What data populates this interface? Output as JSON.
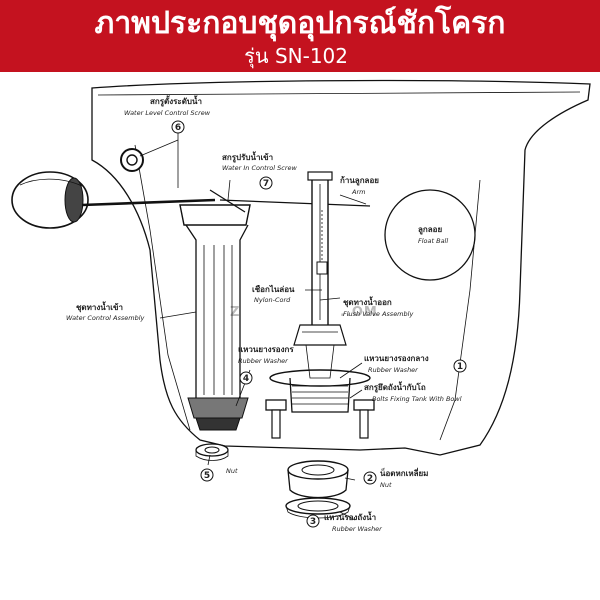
{
  "header": {
    "title": "ภาพประกอบชุดอุปกรณ์ชักโครก",
    "subtitle": "รุ่น SN-102",
    "bg_color": "#c4121f"
  },
  "watermark": "..OM",
  "labels": [
    {
      "num": "6",
      "th": "สกรูตั้งระดับน้ำ",
      "en": "Water Level Control Screw"
    },
    {
      "num": "7",
      "th": "สกรูปรับน้ำเข้า",
      "en": "Water In Control Screw"
    },
    {
      "num": "",
      "th": "ก้านลูกลอย",
      "en": "Arm"
    },
    {
      "num": "",
      "th": "ลูกลอย",
      "en": "Float Ball"
    },
    {
      "num": "",
      "th": "ชุดทางน้ำเข้า",
      "en": "Water Control Assembly"
    },
    {
      "num": "",
      "th": "เชือกไนล่อน",
      "en": "Nylon-Cord"
    },
    {
      "num": "",
      "th": "ชุดทางน้ำออก",
      "en": "Flush Valve Assembly"
    },
    {
      "num": "4",
      "th": "แหวนยางรองกร",
      "en": "Rubber Washer"
    },
    {
      "num": "1",
      "th": "แหวนยางรองกลาง",
      "en": "Rubber Washer"
    },
    {
      "num": "",
      "th": "สกรูยึดถังน้ำกับโถ",
      "en": "Bolts Fixing Tank With Bowl"
    },
    {
      "num": "5",
      "th": "",
      "en": "Nut"
    },
    {
      "num": "2",
      "th": "น็อตหกเหลี่ยม",
      "en": "Nut"
    },
    {
      "num": "3",
      "th": "แหวนรองถังน้ำ",
      "en": "Rubber Washer"
    }
  ]
}
